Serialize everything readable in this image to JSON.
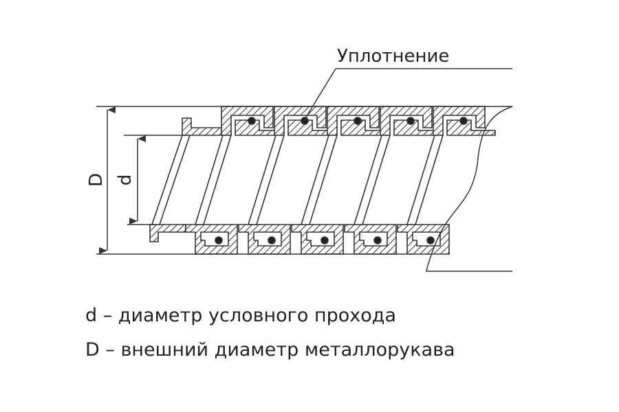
{
  "diagram": {
    "seal_label": "Уплотнение",
    "dim_outer": "D",
    "dim_inner": "d",
    "links_count": 5
  },
  "legend": [
    "d – диаметр условного прохода",
    "D – внешний диаметр металлорукава"
  ]
}
